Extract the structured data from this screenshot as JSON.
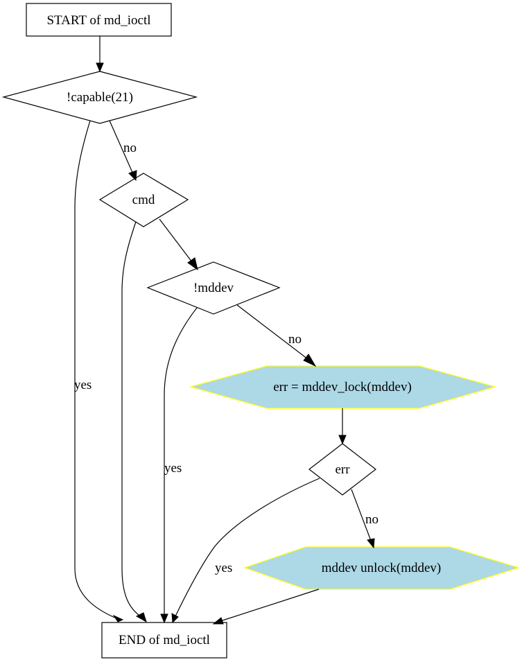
{
  "nodes": {
    "start": "START of md_ioctl",
    "capable": "!capable(21)",
    "cmd": "cmd",
    "mddev_check": "!mddev",
    "lock": "err = mddev_lock(mddev)",
    "err": "err",
    "unlock": "mddev  unlock(mddev)",
    "end": "END of md_ioctl"
  },
  "edges": {
    "capable_no": "no",
    "capable_yes": "yes",
    "mddev_no": "no",
    "mddev_yes": "yes",
    "err_no": "no",
    "err_yes": "yes"
  },
  "colors": {
    "action_fill": "#add8e6",
    "action_stroke": "#ffff00",
    "line": "#000000"
  }
}
